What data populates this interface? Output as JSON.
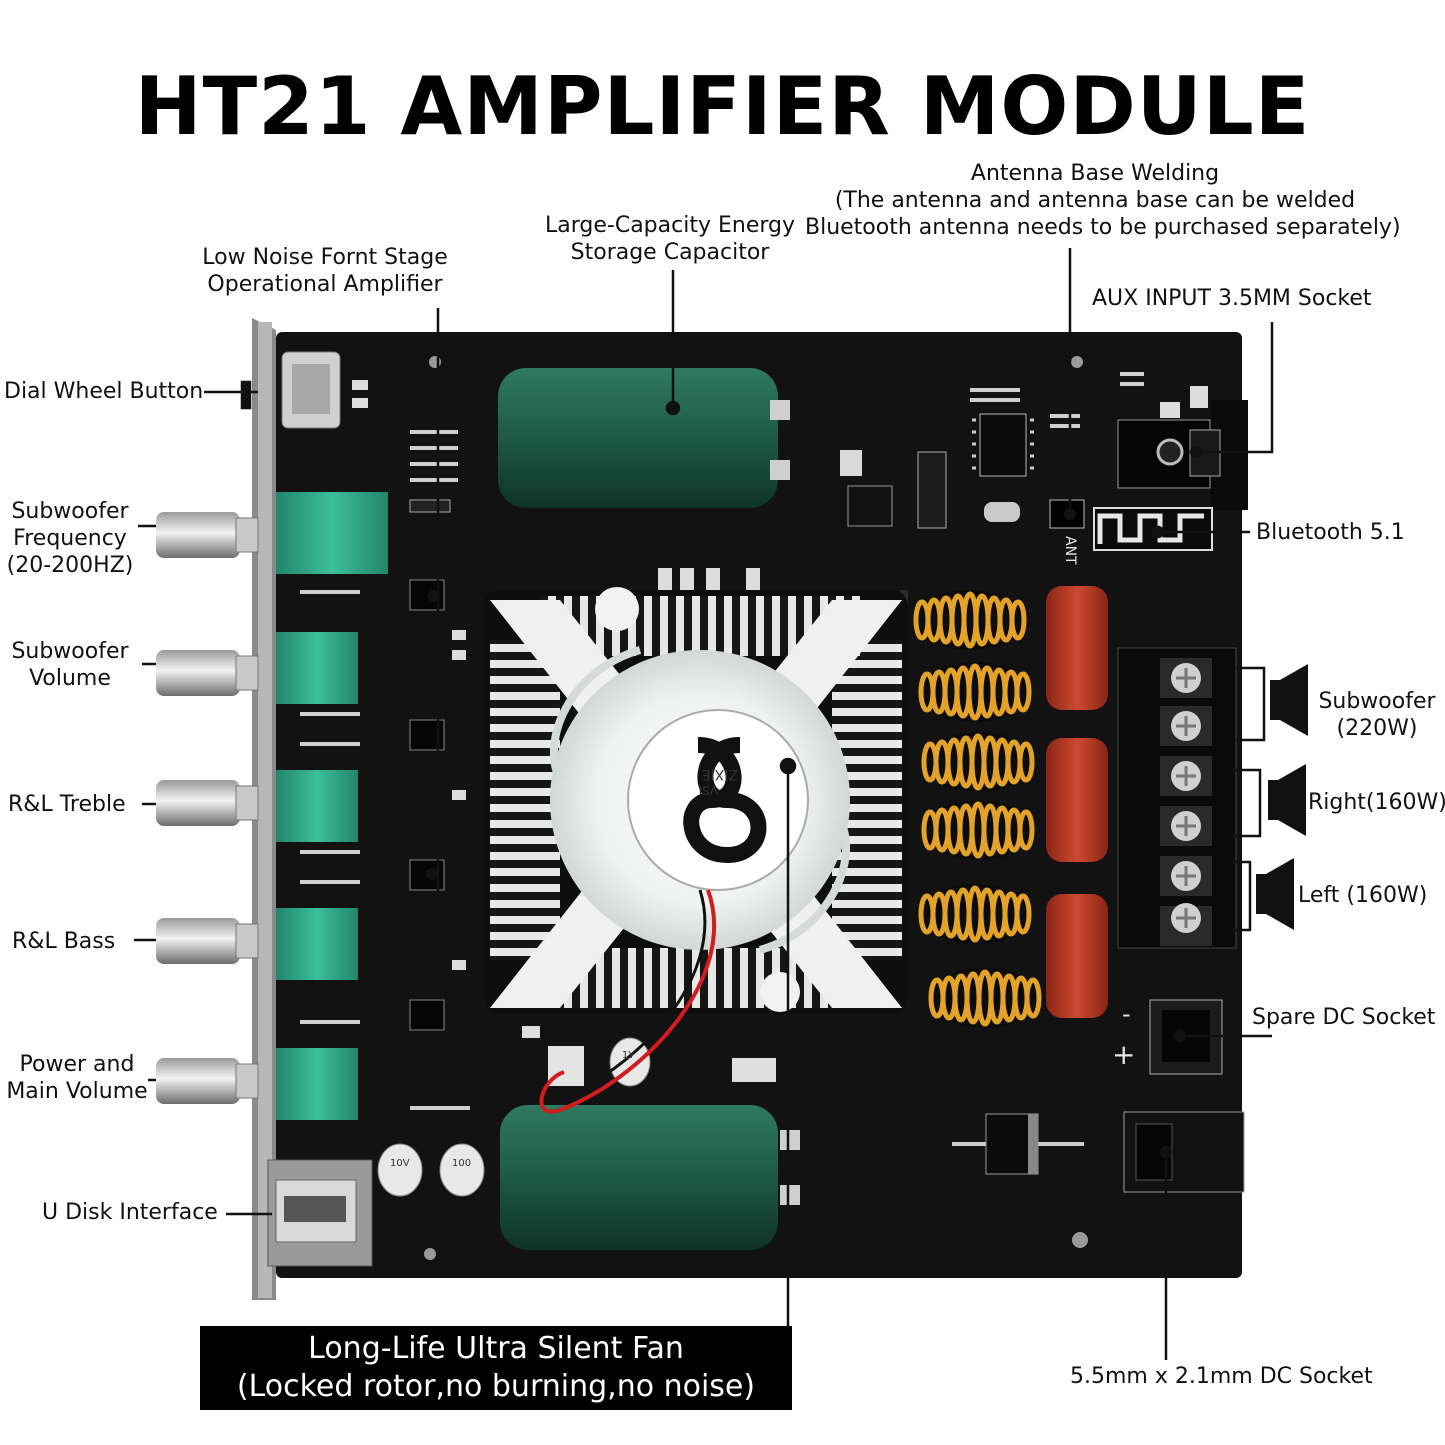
{
  "title": "HT21 AMPLIFIER MODULE",
  "labels": {
    "antenna_base": [
      "Antenna Base Welding",
      "(The antenna and antenna base can be welded",
      "Bluetooth antenna needs to be purchased separately)"
    ],
    "capacitor": [
      "Large-Capacity Energy",
      "Storage Capacitor"
    ],
    "op_amp": [
      "Low Noise Fornt Stage",
      "Operational Amplifier"
    ],
    "aux_input": "AUX INPUT 3.5MM Socket",
    "dial_wheel": "Dial Wheel Button",
    "sub_freq": [
      "Subwoofer",
      "Frequency",
      "(20-200HZ)"
    ],
    "bluetooth": "Bluetooth 5.1",
    "sub_volume": [
      "Subwoofer",
      "Volume"
    ],
    "sub_out": [
      "Subwoofer",
      "(220W)"
    ],
    "right_out": "Right(160W)",
    "treble": "R&L Treble",
    "left_out": "Left (160W)",
    "bass": "R&L Bass",
    "spare_dc": "Spare DC Socket",
    "power_volume": [
      "Power and",
      "Main Volume"
    ],
    "u_disk": "U Disk Interface",
    "dc_socket": "5.5mm x 2.1mm DC Socket"
  },
  "fan_box": [
    "Long-Life Ultra Silent Fan",
    "(Locked rotor,no burning,no noise)"
  ],
  "board_markings": {
    "fan_hub": [
      "ZIXIE",
      "VSI"
    ],
    "cap_caps": [
      "10V",
      "100",
      "1Y"
    ],
    "ant": "ANT",
    "plus": "+",
    "minus": "-"
  },
  "colors": {
    "board": "#121212",
    "capacitor": "#1e5a45",
    "potentiometer": "#2fa882",
    "inductor_wire": "#e3a32a",
    "film_cap": "#b8331f",
    "heatsink": "#e8e8e8"
  }
}
